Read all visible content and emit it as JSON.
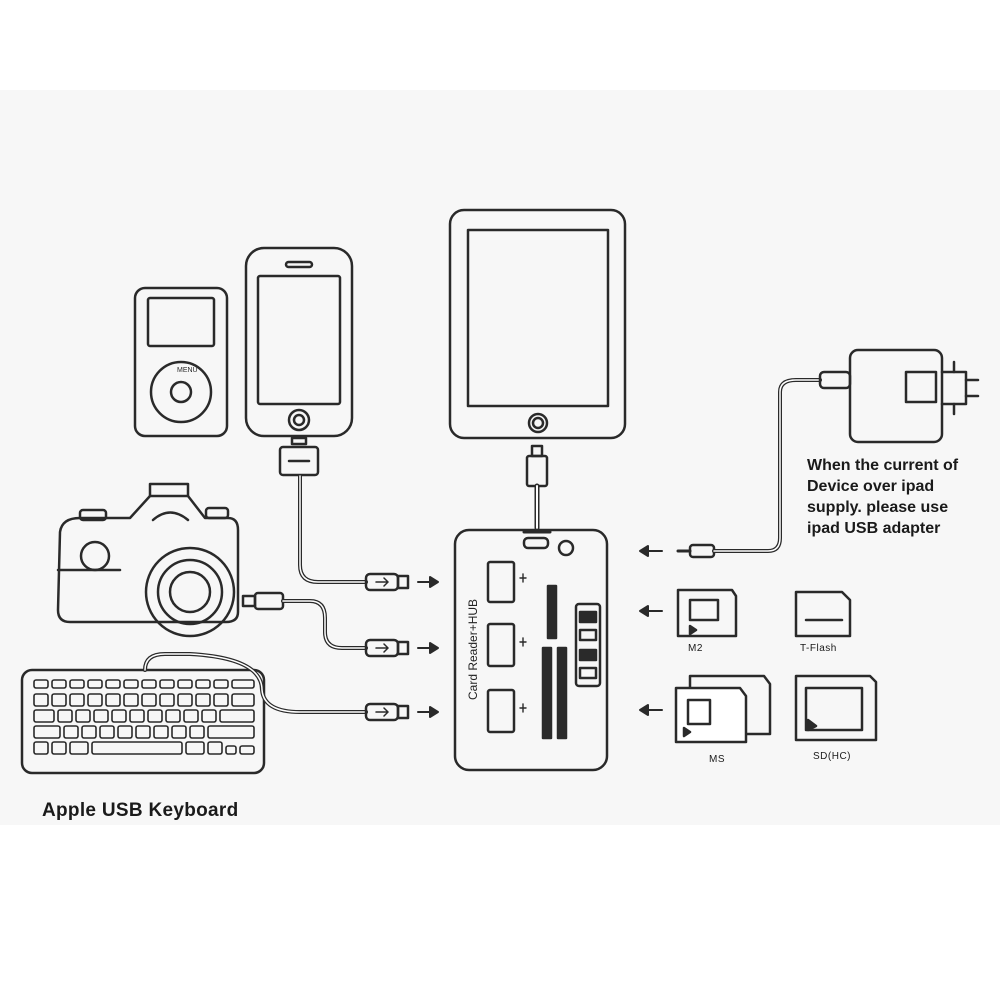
{
  "labels": {
    "keyboard": "Apple USB Keyboard",
    "hub": "Card Reader+HUB",
    "note_lines": [
      "When the current of",
      "Device over ipad",
      "supply. please use",
      "ipad USB adapter"
    ],
    "card_m2": "M2",
    "card_tflash": "T-Flash",
    "card_ms": "MS",
    "card_sd": "SD(HC)"
  },
  "colors": {
    "stroke": "#2a2a2a",
    "background": "#ffffff",
    "band": "#f7f7f7"
  }
}
